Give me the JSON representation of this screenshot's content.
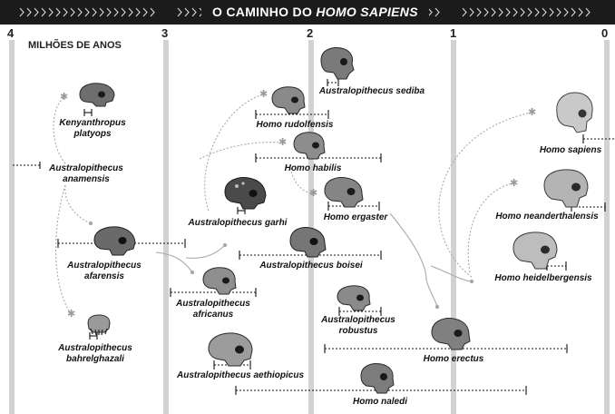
{
  "title_prefix": "O CAMINHO DO ",
  "title_em": "HOMO SAPIENS",
  "subtitle": "MILHÕES DE ANOS",
  "scale": [
    "4",
    "3",
    "2",
    "1",
    "0"
  ],
  "species": {
    "kenyanthropus": [
      "Kenyanthropus",
      "platyops"
    ],
    "anamensis": [
      "Australopithecus",
      "anamensis"
    ],
    "afarensis": [
      "Australopithecus",
      "afarensis"
    ],
    "bahrelghazali": [
      "Australopithecus",
      "bahrelghazali"
    ],
    "rudolfensis": "Homo rudolfensis",
    "habilis": "Homo habilis",
    "garhi": "Australopithecus garhi",
    "boisei": "Australopithecus boisei",
    "africanus": [
      "Australopithecus",
      "africanus"
    ],
    "aethiopicus": "Australopithecus aethiopicus",
    "sediba": "Australopithecus sediba",
    "ergaster": "Homo ergaster",
    "robustus": [
      "Australopithecus",
      "robustus"
    ],
    "naledi": "Homo naledi",
    "erectus": "Homo erectus",
    "sapiens": "Homo sapiens",
    "neanderthalensis": "Homo neanderthalensis",
    "heidelbergensis": "Homo heidelbergensis"
  },
  "colors": {
    "header": "#1b1b1b",
    "column": "#d2d2d2",
    "link": "#a9a9a9"
  }
}
